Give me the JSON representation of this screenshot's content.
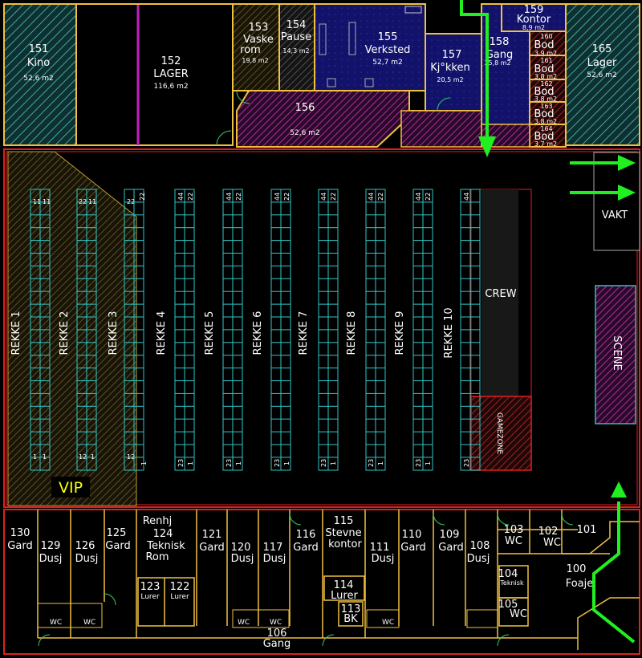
{
  "rooms_top": {
    "r151": {
      "num": "151",
      "name": "Kino",
      "area": "52,6 m2"
    },
    "r152": {
      "num": "152",
      "name": "LAGER",
      "area": "116,6 m2"
    },
    "r153": {
      "num": "153",
      "name": "Vaske",
      "name2": "rom",
      "area": "19,8 m2"
    },
    "r154": {
      "num": "154",
      "name": "Pause",
      "area": "14,3 m2"
    },
    "r155": {
      "num": "155",
      "name": "Verksted",
      "area": "52,7 m2"
    },
    "r156": {
      "num": "156",
      "area": "52,6 m2"
    },
    "r157": {
      "num": "157",
      "name": "Kj°kken",
      "area": "20,5 m2"
    },
    "r158": {
      "num": "158",
      "name": "Gang",
      "area": "35,8 m2"
    },
    "r159": {
      "num": "159",
      "name": "Kontor",
      "area": "8,9 m2"
    },
    "r160": {
      "num": "160",
      "name": "Bod",
      "area": "3,9 m2"
    },
    "r161": {
      "num": "161",
      "name": "Bod",
      "area": "3,8 m2"
    },
    "r162": {
      "num": "162",
      "name": "Bod",
      "area": "3,8 m2"
    },
    "r163": {
      "num": "163",
      "name": "Bod",
      "area": "3,8 m2"
    },
    "r164": {
      "num": "164",
      "name": "Bod",
      "area": "3,7 m2"
    },
    "r165": {
      "num": "165",
      "name": "Lager",
      "area": "52,6 m2"
    }
  },
  "hall": {
    "rows": [
      "REKKE 1",
      "REKKE 2",
      "REKKE 3",
      "REKKE 4",
      "REKKE 5",
      "REKKE 6",
      "REKKE 7",
      "REKKE 8",
      "REKKE 9",
      "REKKE 10"
    ],
    "crew": "CREW",
    "gamezone": "GAMEZONE",
    "scene": "SCENE",
    "vakt": "VAKT",
    "vip": "VIP",
    "seat_top": [
      "11",
      "11",
      "22",
      "11",
      "22",
      "22",
      "44",
      "22",
      "44",
      "22",
      "44",
      "22",
      "44",
      "22",
      "44",
      "22",
      "44",
      "22",
      "44"
    ],
    "seat_bottom": [
      "1",
      "1",
      "12",
      "1",
      "12",
      "1",
      "23",
      "1",
      "23",
      "1",
      "23",
      "1",
      "23",
      "1",
      "23",
      "1",
      "23",
      "1",
      "23"
    ]
  },
  "rooms_bottom": {
    "r130": {
      "num": "130",
      "name": "Gard"
    },
    "r129": {
      "num": "129",
      "name": "Dusj"
    },
    "r126": {
      "num": "126",
      "name": "Dusj"
    },
    "r125": {
      "num": "125",
      "name": "Gard"
    },
    "r124": {
      "num": "124",
      "name": "Teknisk",
      "name2": "Rom",
      "top": "Renhj"
    },
    "r123": {
      "num": "123",
      "name": "Lurer"
    },
    "r122": {
      "num": "122",
      "name": "Lurer"
    },
    "r121": {
      "num": "121",
      "name": "Gard"
    },
    "r120": {
      "num": "120",
      "name": "Dusj"
    },
    "r117": {
      "num": "117",
      "name": "Dusj"
    },
    "r116": {
      "num": "116",
      "name": "Gard"
    },
    "r115": {
      "num": "115",
      "name": "Stevne",
      "name2": "kontor"
    },
    "r114": {
      "num": "114",
      "name": "Lurer"
    },
    "r113": {
      "num": "113",
      "name": "BK"
    },
    "r111": {
      "num": "111",
      "name": "Dusj"
    },
    "r110": {
      "num": "110",
      "name": "Gard"
    },
    "r109": {
      "num": "109",
      "name": "Gard"
    },
    "r108": {
      "num": "108",
      "name": "Dusj"
    },
    "r104": {
      "num": "104",
      "name": "Teknisk"
    },
    "r103": {
      "num": "103",
      "name": "WC"
    },
    "r102": {
      "num": "102",
      "name": "WC"
    },
    "r101": {
      "num": "101"
    },
    "r105": {
      "num": "105",
      "name": "WC"
    },
    "r100": {
      "num": "100",
      "name": "Foaje"
    },
    "r106": {
      "num": "106",
      "name": "Gang"
    },
    "wc_labels": [
      "WC",
      "WC",
      "WC",
      "WC",
      "WC"
    ]
  },
  "colors": {
    "wall": "#f0c040",
    "red": "#e02020",
    "cyan": "#30d0d0",
    "arrow": "#20f020",
    "hatch_magenta": "#c030a0",
    "hatch_cyan": "#30a0a0",
    "hatch_yellow": "#c0a020",
    "blue_fill": "#101060"
  }
}
